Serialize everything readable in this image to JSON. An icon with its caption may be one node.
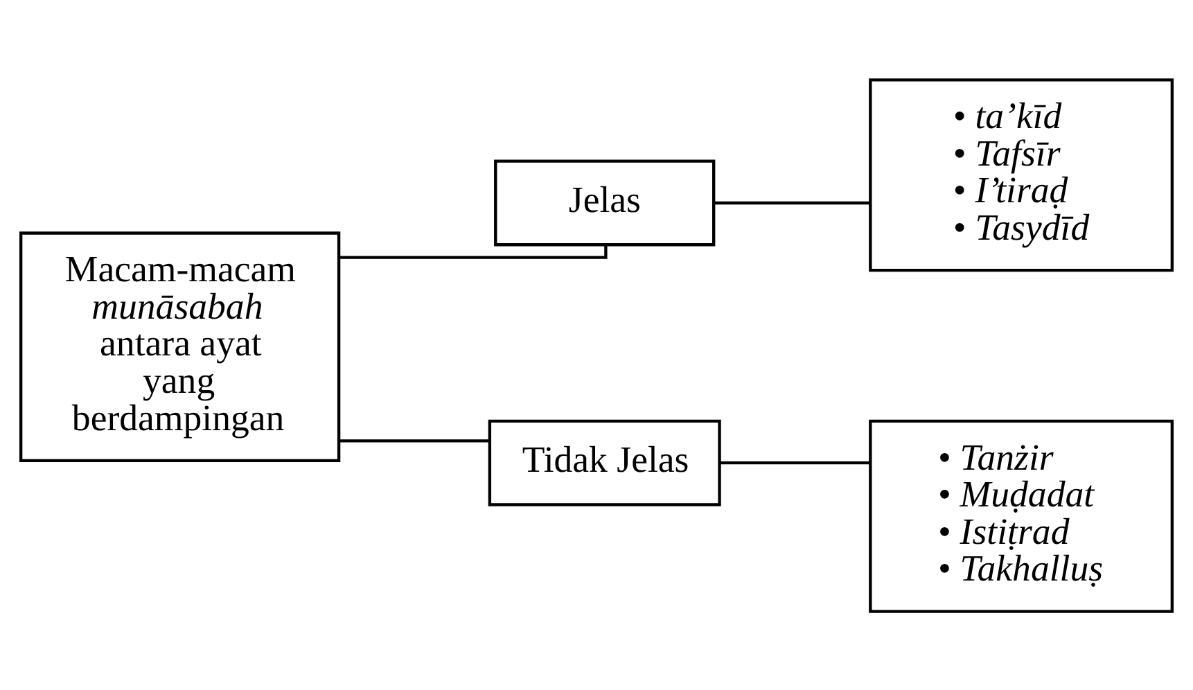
{
  "diagram": {
    "nodes": [
      {
        "text": [
          "Macam-macam *munāsabah* antara ayat yang berdampingan"
        ]
      },
      {
        "text": [
          "Jelas"
        ]
      },
      {
        "text": [
          "Tidak Jelas"
        ]
      },
      {
        "text": [
          "• ta’kīd",
          "• Tafsīr",
          "• I’tiraḍ",
          "• Tasydīd"
        ]
      },
      {
        "text": [
          "• Tanżir",
          "• Muḍadat",
          "• Istiṭrad",
          "• Takhalluṣ"
        ]
      }
    ],
    "edges": [
      {
        "from": 0,
        "to": 1,
        "arrow": "none"
      },
      {
        "from": 0,
        "to": 2,
        "arrow": "none"
      },
      {
        "from": 1,
        "to": 3,
        "arrow": "none"
      },
      {
        "from": 2,
        "to": 4,
        "arrow": "none"
      }
    ]
  }
}
